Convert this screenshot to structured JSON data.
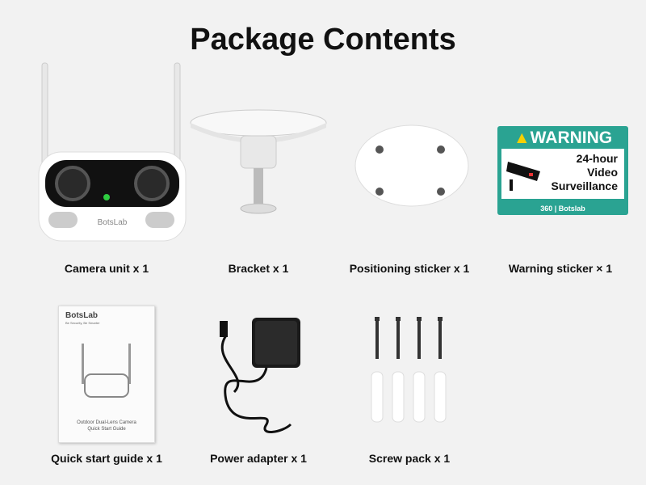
{
  "title": "Package Contents",
  "items": [
    {
      "caption": "Camera unit x 1",
      "brand": "BotsLab"
    },
    {
      "caption": "Bracket x 1"
    },
    {
      "caption": "Positioning sticker x 1"
    },
    {
      "caption": "Warning sticker × 1"
    },
    {
      "caption": "Quick start guide x 1"
    },
    {
      "caption": "Power adapter x 1"
    },
    {
      "caption": "Screw pack x 1"
    }
  ],
  "warning_sticker": {
    "heading": "WARNING",
    "line1": "24-hour",
    "line2": "Video",
    "line3": "Surveillance",
    "footer": "360 | Botslab"
  },
  "guide": {
    "brand": "BotsLab",
    "tagline": "Be Security, Be Smarter",
    "title1": "Outdoor Dual-Lens Camera",
    "title2": "Quick Start Guide"
  },
  "colors": {
    "warning_teal": "#2aa392",
    "background": "#f2f2f2"
  }
}
